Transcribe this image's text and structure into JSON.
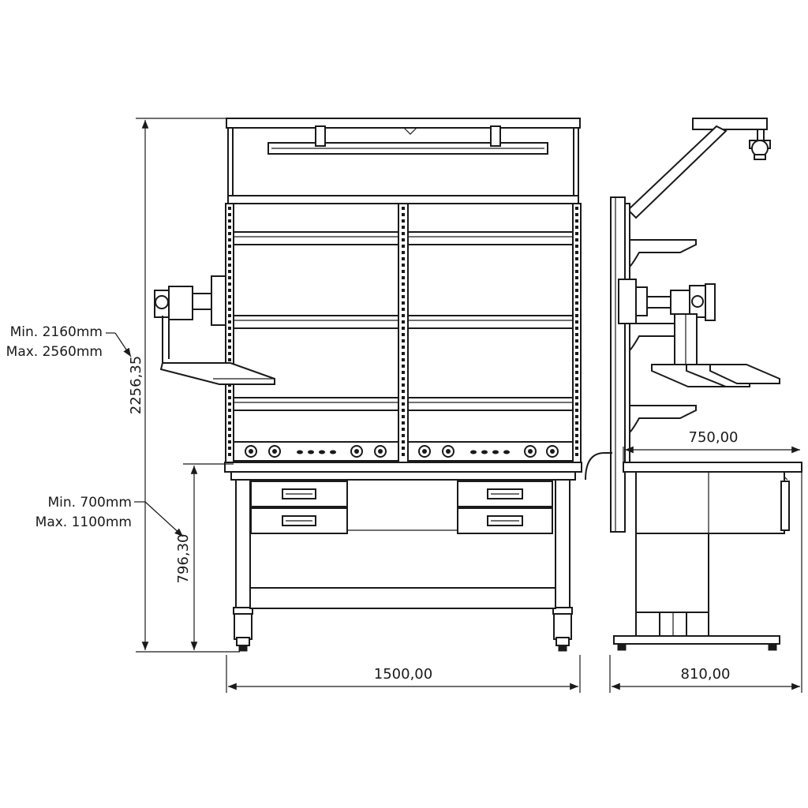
{
  "dimensions": {
    "total_height": "2256,35",
    "table_height": "796,30",
    "width_front": "1500,00",
    "depth_side": "810,00",
    "top_depth": "750,00"
  },
  "notes": {
    "total_height": [
      "Min. 2160mm",
      "Max. 2560mm"
    ],
    "table_height": [
      "Min. 700mm",
      "Max. 1100mm"
    ]
  }
}
